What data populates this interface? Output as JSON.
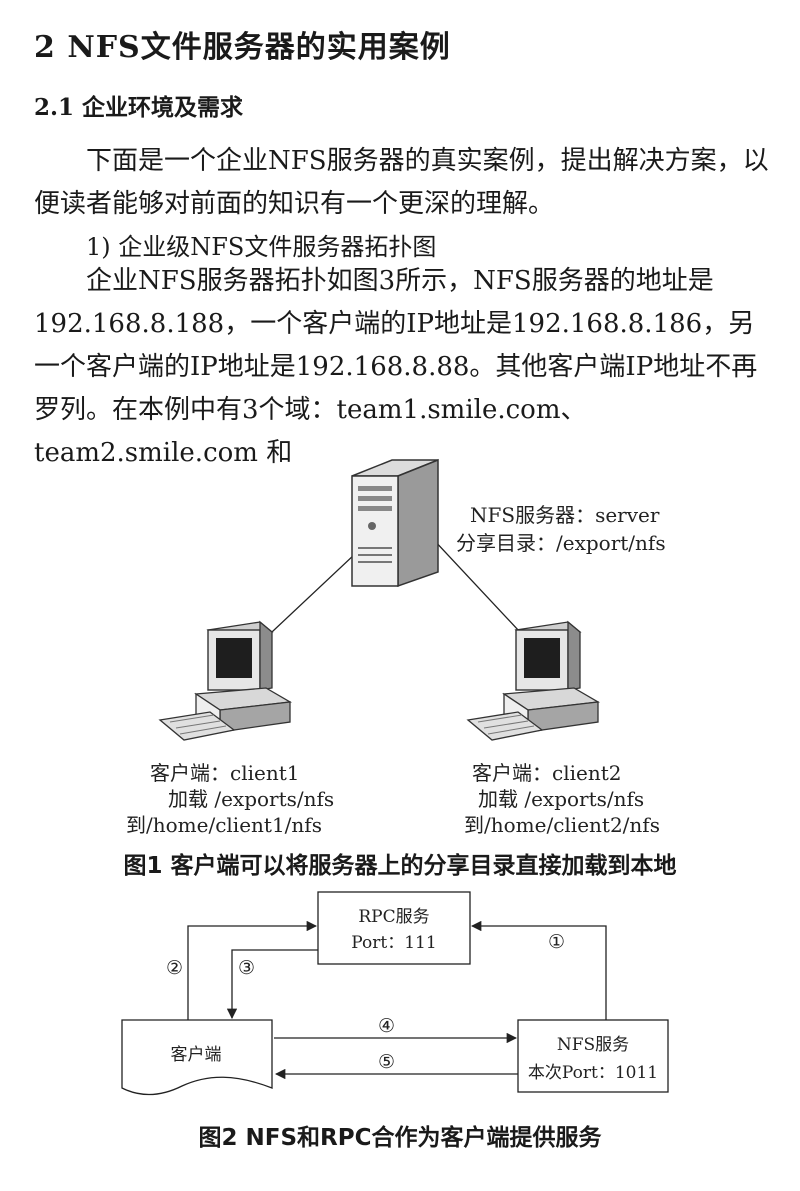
{
  "section_title": "2 NFS文件服务器的实用案例",
  "subsection_title": "2.1 企业环境及需求",
  "paragraphs": {
    "p1": "下面是一个企业NFS服务器的真实案例，提出解决方案，以便读者能够对前面的知识有一个更深的理解。",
    "p2": "1) 企业级NFS文件服务器拓扑图",
    "p3": "企业NFS服务器拓扑如图3所示，NFS服务器的地址是192.168.8.188，一个客户端的IP地址是192.168.8.186，另一个客户端的IP地址是192.168.8.88。其他客户端IP地址不再罗列。在本例中有3个域：team1.smile.com、team2.smile.com 和"
  },
  "figure1": {
    "server_label_1": "NFS服务器：server",
    "server_label_2": "分享目录：/export/nfs",
    "client1_label_1": "客户端：client1",
    "client1_label_2": "加载 /exports/nfs",
    "client1_label_3": "到/home/client1/nfs",
    "client2_label_1": "客户端：client2",
    "client2_label_2": "加载 /exports/nfs",
    "client2_label_3": "到/home/client2/nfs",
    "caption": "图1  客户端可以将服务器上的分享目录直接加载到本地"
  },
  "figure2": {
    "rpc_title": "RPC服务",
    "rpc_port": "Port：111",
    "client_label": "客户端",
    "nfs_title": "NFS服务",
    "nfs_port": "本次Port：1011",
    "step1": "①",
    "step2": "②",
    "step3": "③",
    "step4": "④",
    "step5": "⑤",
    "caption": "图2  NFS和RPC合作为客户端提供服务"
  }
}
